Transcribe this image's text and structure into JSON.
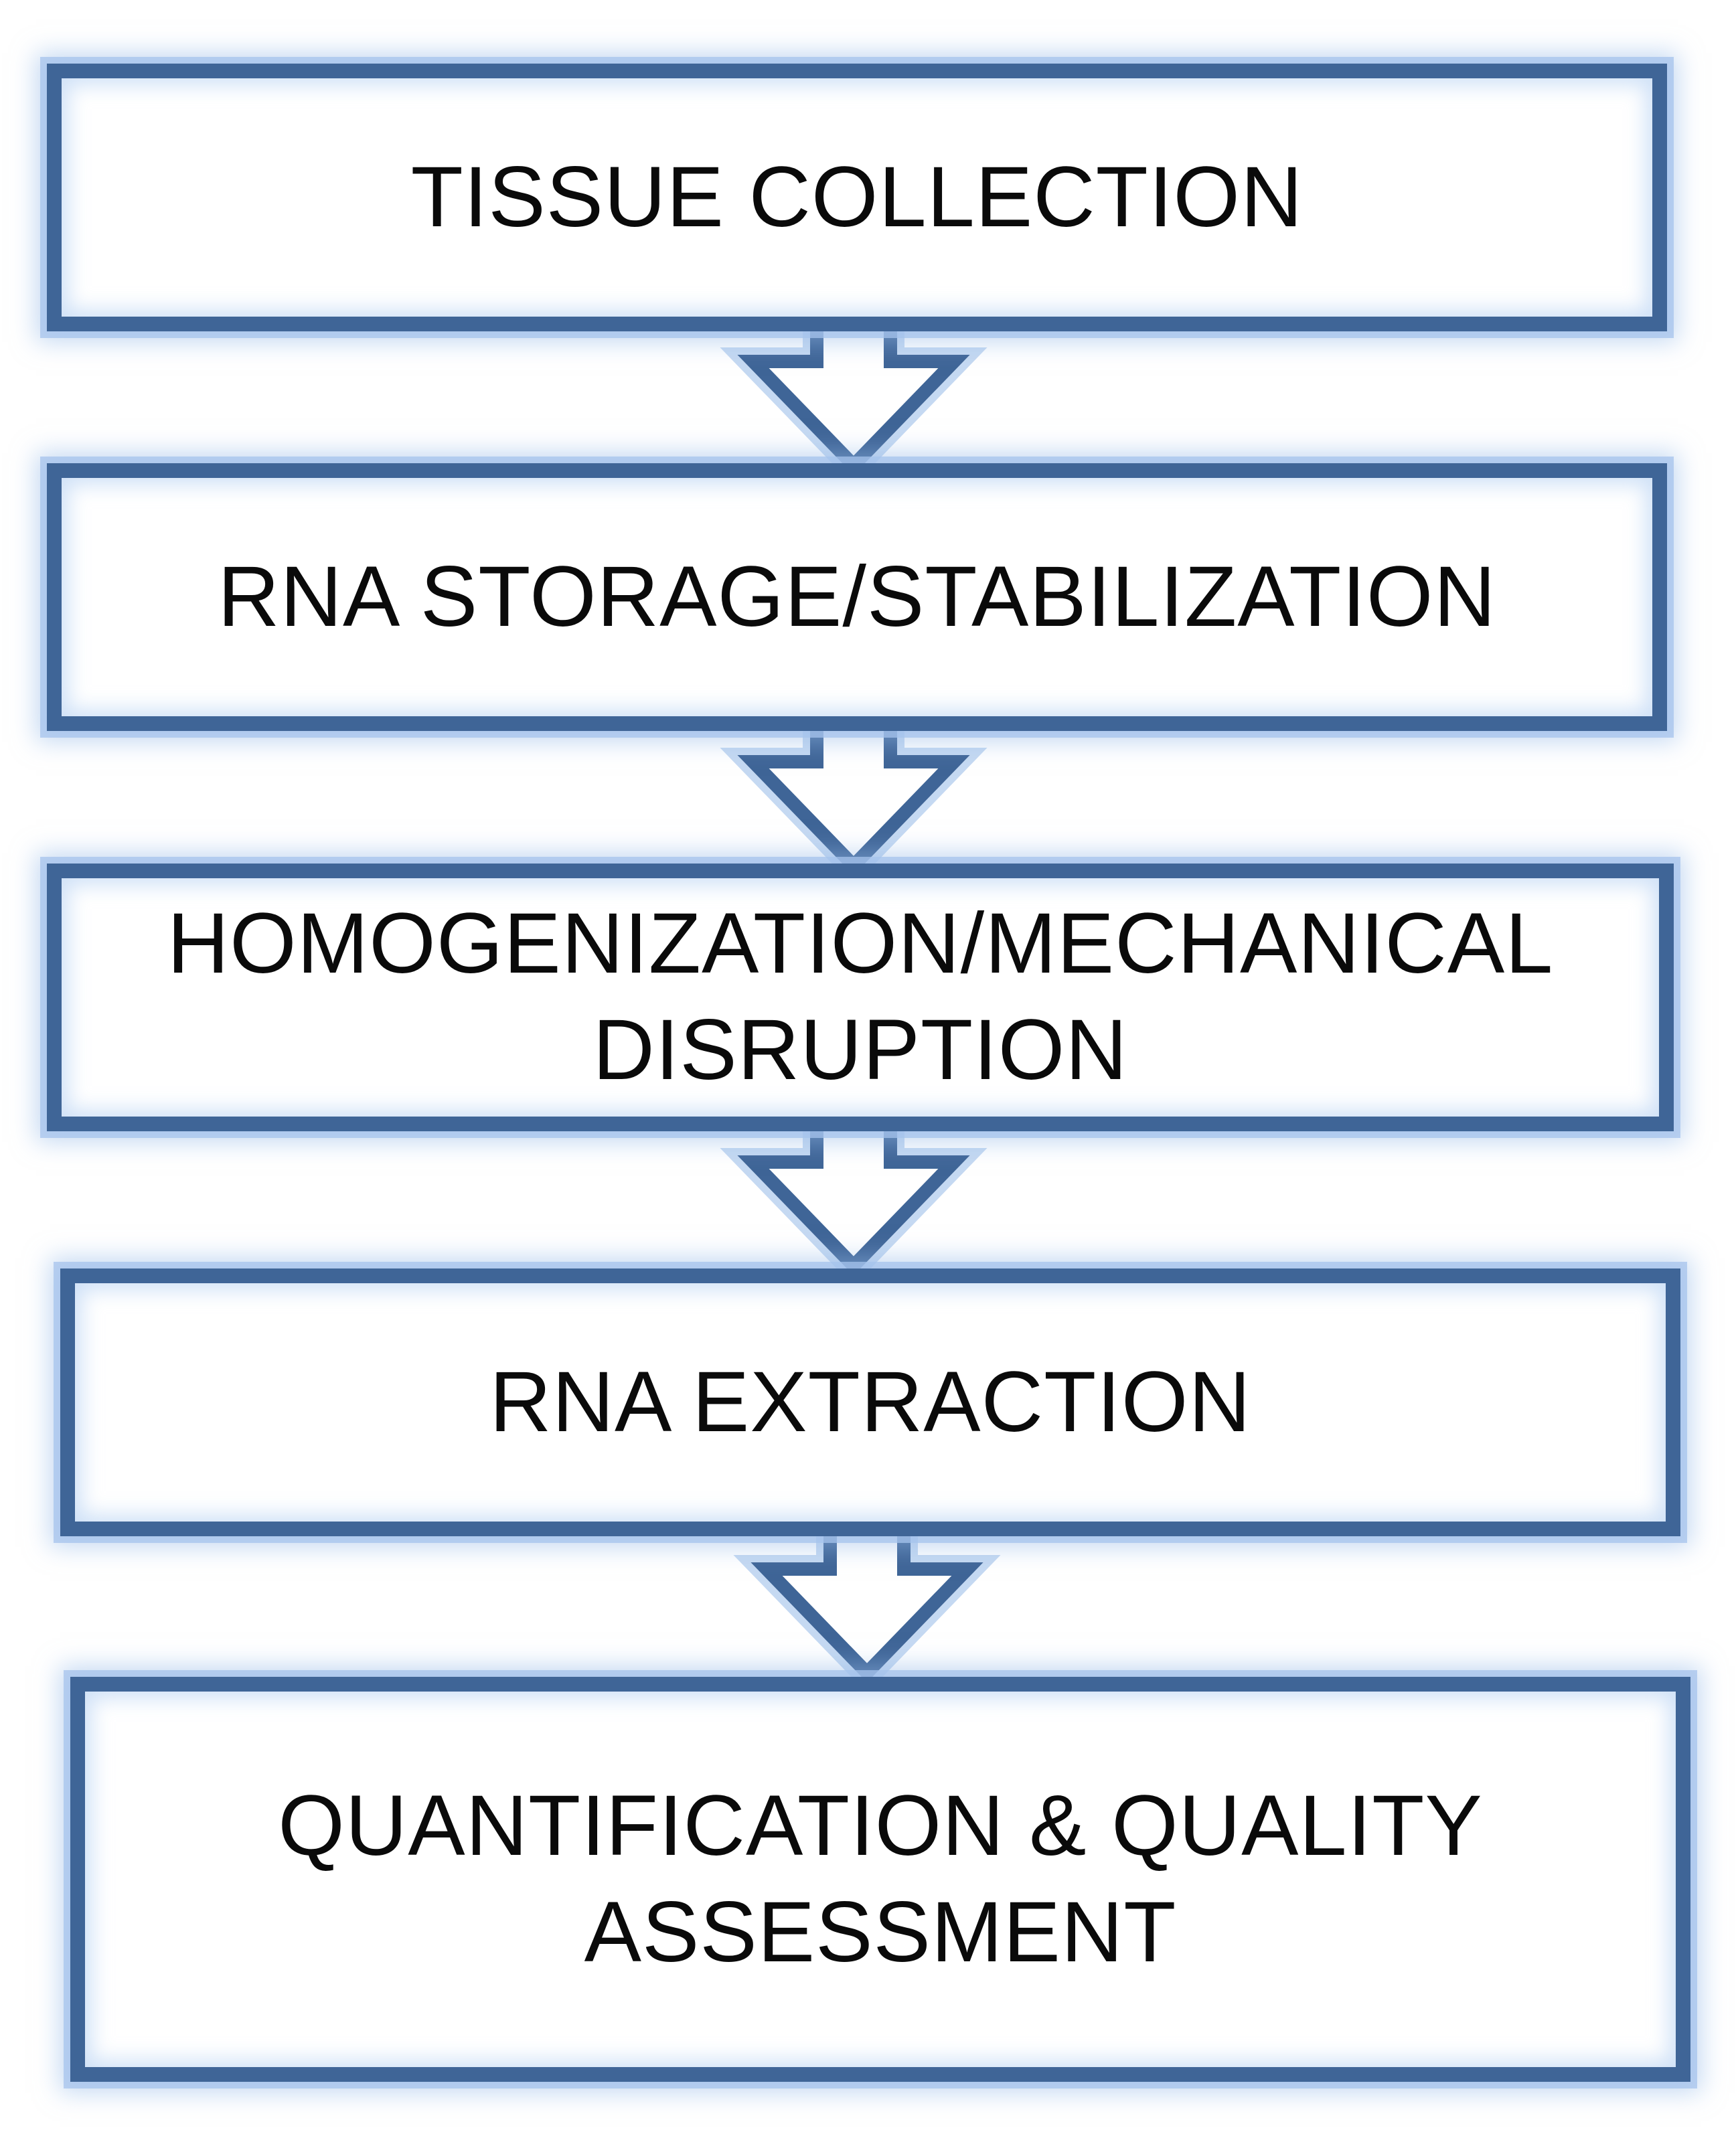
{
  "colors": {
    "border": "#3f6597",
    "glow": "#a5c3ec",
    "text": "#0a0a0a",
    "background": "#ffffff"
  },
  "steps": [
    {
      "label": "TISSUE COLLECTION"
    },
    {
      "label": "RNA STORAGE/STABILIZATION"
    },
    {
      "label": "HOMOGENIZATION/MECHANICAL\nDISRUPTION"
    },
    {
      "label": "RNA EXTRACTION"
    },
    {
      "label": "QUANTIFICATION & QUALITY\nASSESSMENT"
    }
  ]
}
